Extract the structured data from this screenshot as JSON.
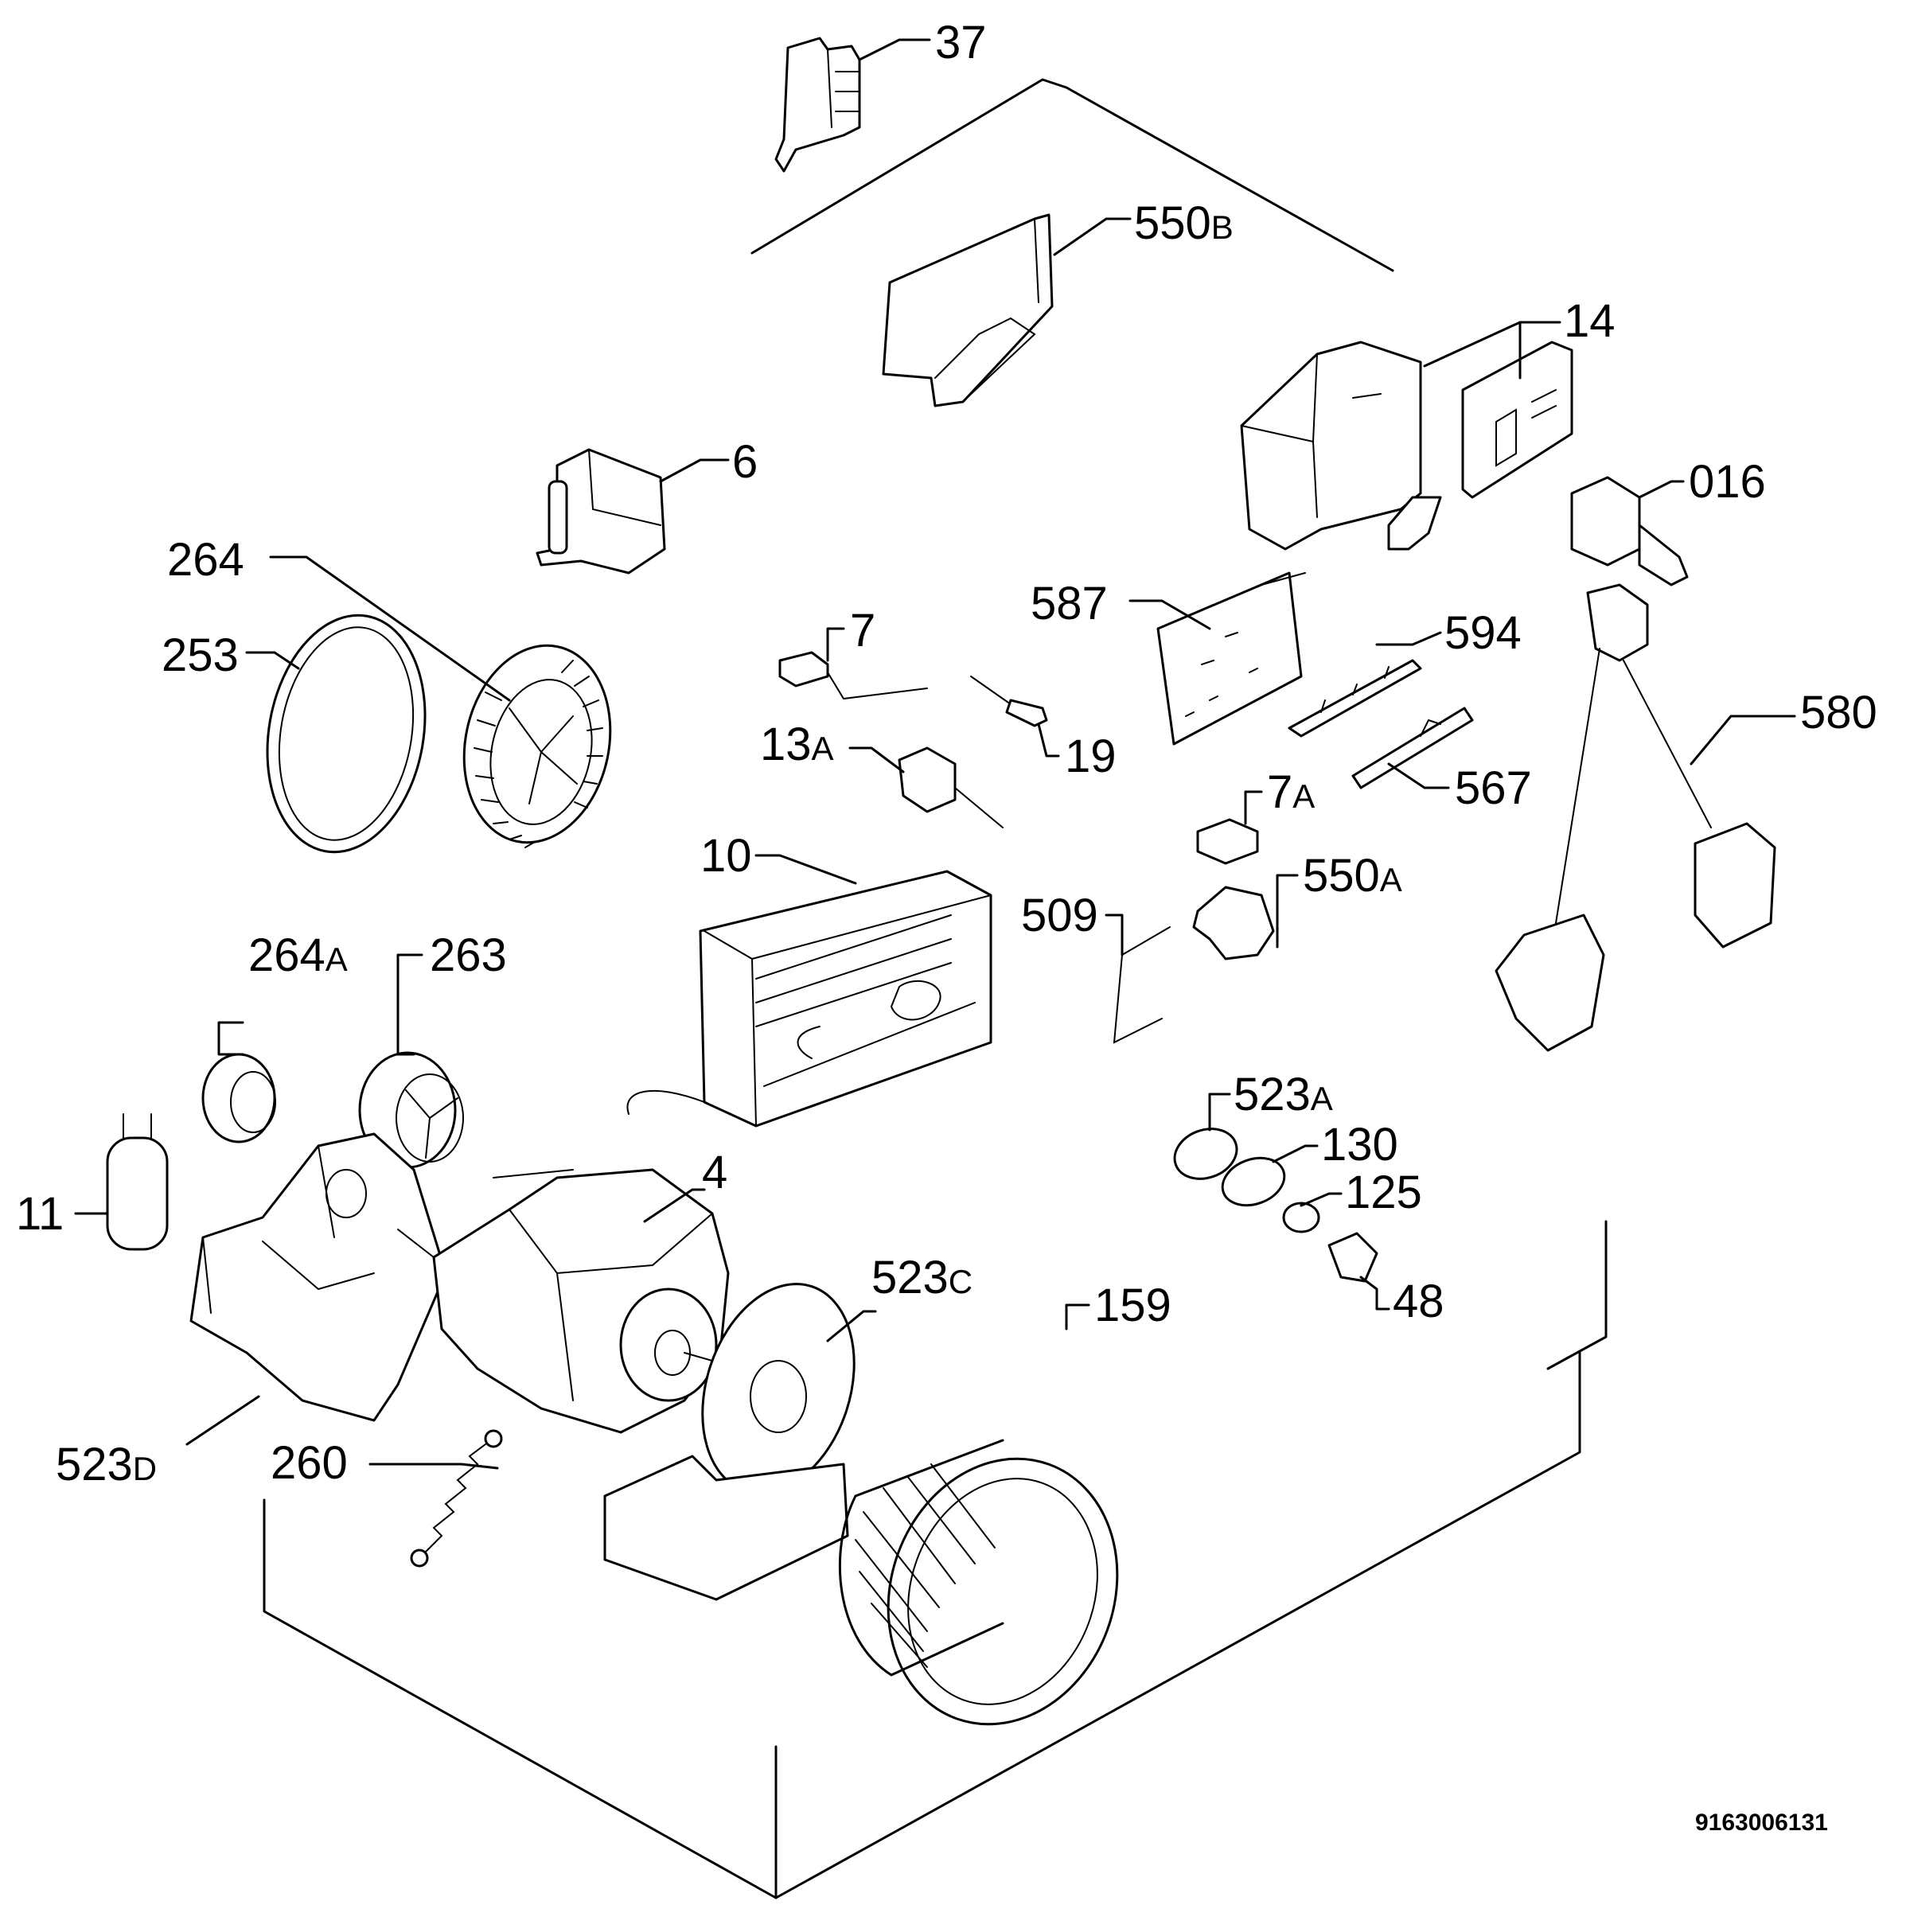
{
  "diagram": {
    "document_number": "9163006131",
    "part_labels": [
      {
        "id": "p37",
        "num": "37",
        "sfx": ""
      },
      {
        "id": "p550b",
        "num": "550",
        "sfx": "B"
      },
      {
        "id": "p14",
        "num": "14",
        "sfx": ""
      },
      {
        "id": "p6",
        "num": "6",
        "sfx": ""
      },
      {
        "id": "p016",
        "num": "016",
        "sfx": ""
      },
      {
        "id": "p264",
        "num": "264",
        "sfx": ""
      },
      {
        "id": "p253",
        "num": "253",
        "sfx": ""
      },
      {
        "id": "p587",
        "num": "587",
        "sfx": ""
      },
      {
        "id": "p594",
        "num": "594",
        "sfx": ""
      },
      {
        "id": "p7",
        "num": "7",
        "sfx": ""
      },
      {
        "id": "p580",
        "num": "580",
        "sfx": ""
      },
      {
        "id": "p19",
        "num": "19",
        "sfx": ""
      },
      {
        "id": "p13a",
        "num": "13",
        "sfx": "A"
      },
      {
        "id": "p567",
        "num": "567",
        "sfx": ""
      },
      {
        "id": "p7a",
        "num": "7",
        "sfx": "A"
      },
      {
        "id": "p10",
        "num": "10",
        "sfx": ""
      },
      {
        "id": "p550a",
        "num": "550",
        "sfx": "A"
      },
      {
        "id": "p509",
        "num": "509",
        "sfx": ""
      },
      {
        "id": "p264a",
        "num": "264",
        "sfx": "A"
      },
      {
        "id": "p263",
        "num": "263",
        "sfx": ""
      },
      {
        "id": "p523a",
        "num": "523",
        "sfx": "A"
      },
      {
        "id": "p130",
        "num": "130",
        "sfx": ""
      },
      {
        "id": "p4",
        "num": "4",
        "sfx": ""
      },
      {
        "id": "p125",
        "num": "125",
        "sfx": ""
      },
      {
        "id": "p11",
        "num": "11",
        "sfx": ""
      },
      {
        "id": "p48",
        "num": "48",
        "sfx": ""
      },
      {
        "id": "p523c",
        "num": "523",
        "sfx": "C"
      },
      {
        "id": "p159",
        "num": "159",
        "sfx": ""
      },
      {
        "id": "p260",
        "num": "260",
        "sfx": ""
      },
      {
        "id": "p523d",
        "num": "523",
        "sfx": "D"
      }
    ]
  }
}
